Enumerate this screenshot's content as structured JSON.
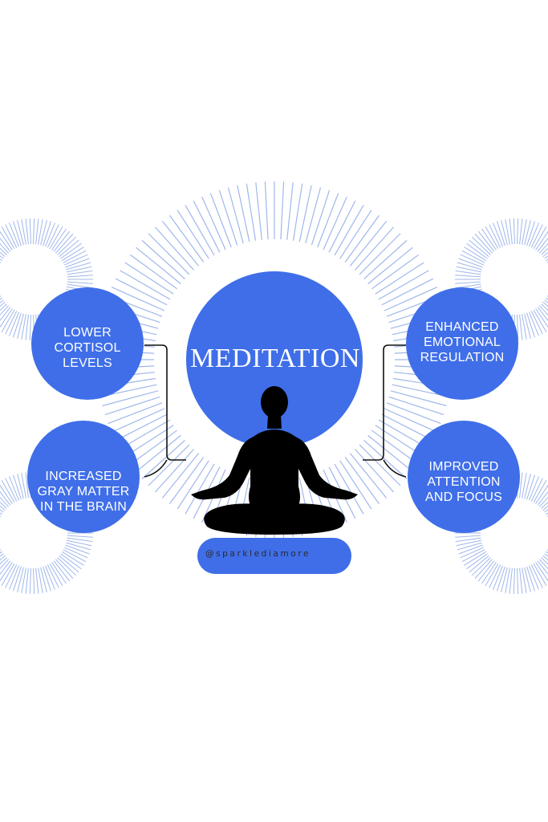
{
  "colors": {
    "accent": "#3f6ee8",
    "rays": "#9fb7ea",
    "figure": "#000000",
    "background": "#ffffff"
  },
  "title": "MEDITATION",
  "handle": "@sparklediamore",
  "benefits": {
    "top_left": [
      "LOWER",
      "CORTISOL",
      "LEVELS"
    ],
    "bottom_left": [
      "INCREASED",
      "GRAY MATTER",
      "IN THE BRAIN"
    ],
    "top_right": [
      "ENHANCED",
      "EMOTIONAL",
      "REGULATION"
    ],
    "bottom_right": [
      "IMPROVED",
      "ATTENTION",
      "AND FOCUS"
    ]
  },
  "icons": {
    "figure": "meditating-person-icon"
  }
}
